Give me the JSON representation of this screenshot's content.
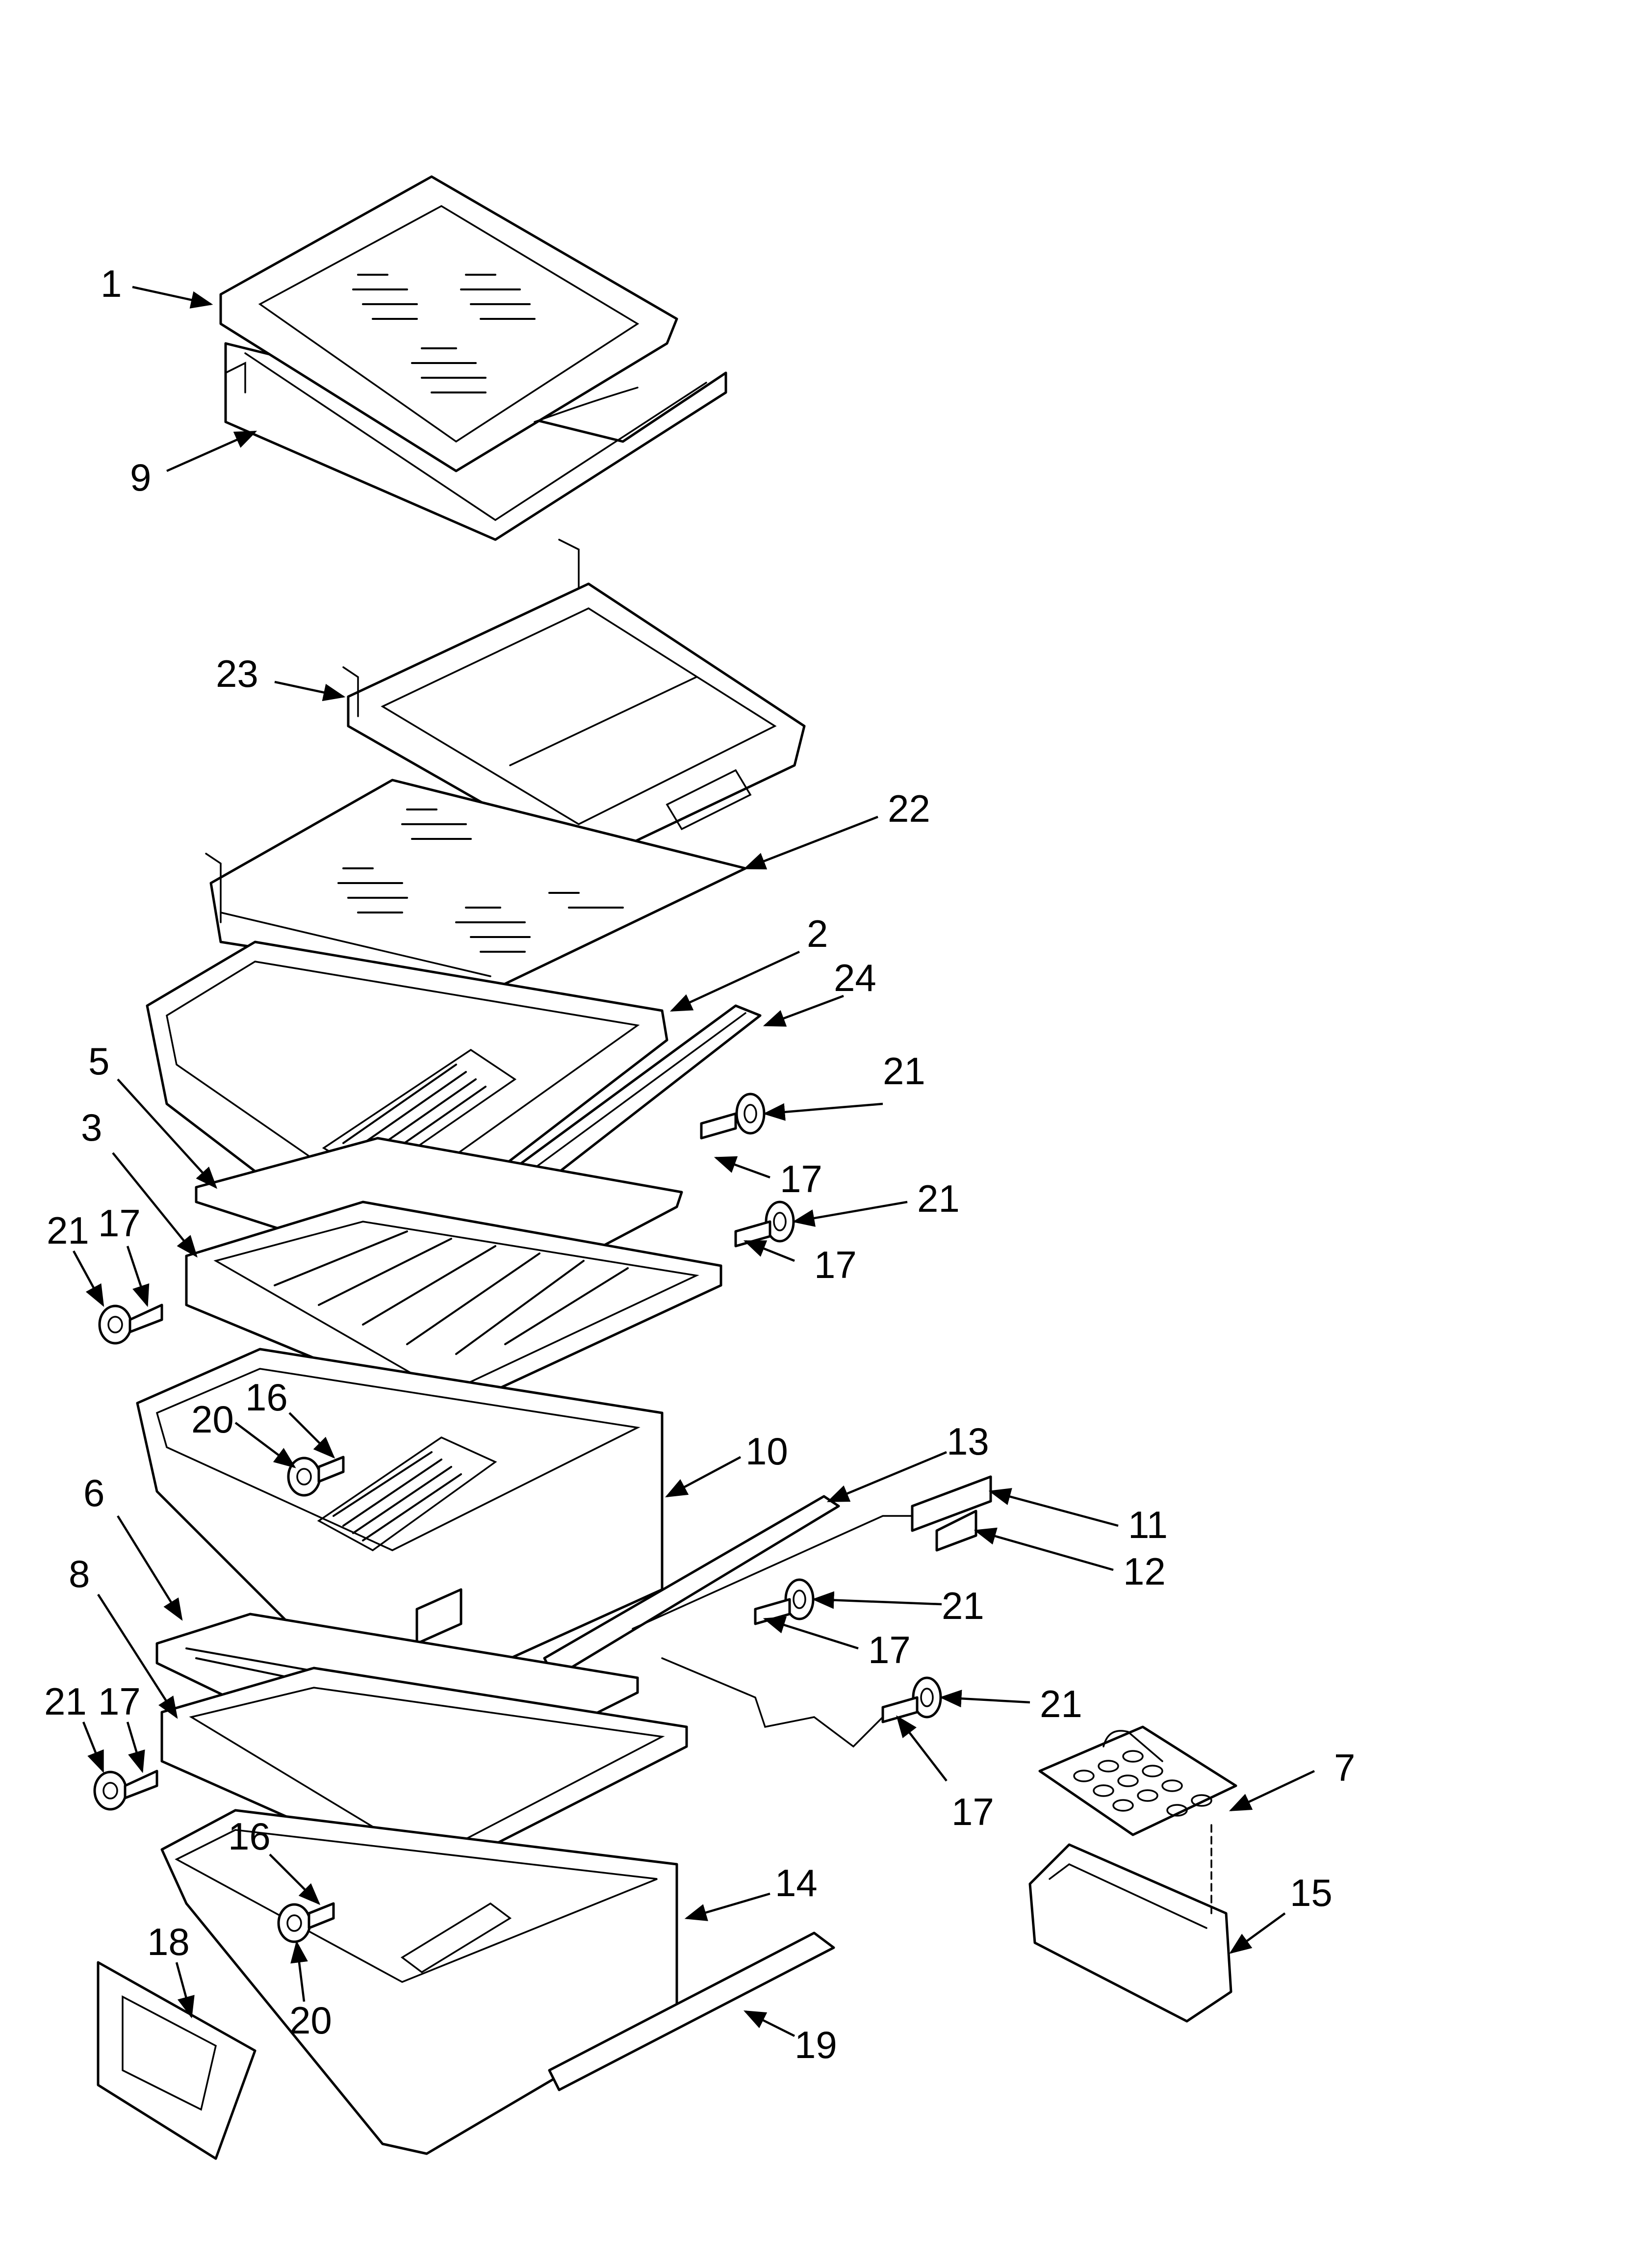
{
  "diagram": {
    "callouts": [
      {
        "id": "c1",
        "label": "1"
      },
      {
        "id": "c9",
        "label": "9"
      },
      {
        "id": "c23",
        "label": "23"
      },
      {
        "id": "c22",
        "label": "22"
      },
      {
        "id": "c2",
        "label": "2"
      },
      {
        "id": "c24",
        "label": "24"
      },
      {
        "id": "c21a",
        "label": "21"
      },
      {
        "id": "c5",
        "label": "5"
      },
      {
        "id": "c17a",
        "label": "17"
      },
      {
        "id": "c3",
        "label": "3"
      },
      {
        "id": "c21b",
        "label": "21"
      },
      {
        "id": "c21c",
        "label": "21"
      },
      {
        "id": "c17b",
        "label": "17"
      },
      {
        "id": "c17c",
        "label": "17"
      },
      {
        "id": "c16a",
        "label": "16"
      },
      {
        "id": "c20a",
        "label": "20"
      },
      {
        "id": "c10",
        "label": "10"
      },
      {
        "id": "c13",
        "label": "13"
      },
      {
        "id": "c6",
        "label": "6"
      },
      {
        "id": "c11",
        "label": "11"
      },
      {
        "id": "c12",
        "label": "12"
      },
      {
        "id": "c8",
        "label": "8"
      },
      {
        "id": "c21d",
        "label": "21"
      },
      {
        "id": "c17d",
        "label": "17"
      },
      {
        "id": "c21e",
        "label": "21"
      },
      {
        "id": "c17e",
        "label": "17"
      },
      {
        "id": "c21f",
        "label": "21"
      },
      {
        "id": "c17f",
        "label": "17"
      },
      {
        "id": "c7",
        "label": "7"
      },
      {
        "id": "c16b",
        "label": "16"
      },
      {
        "id": "c14",
        "label": "14"
      },
      {
        "id": "c15",
        "label": "15"
      },
      {
        "id": "c18",
        "label": "18"
      },
      {
        "id": "c20b",
        "label": "20"
      },
      {
        "id": "c19",
        "label": "19"
      }
    ]
  }
}
